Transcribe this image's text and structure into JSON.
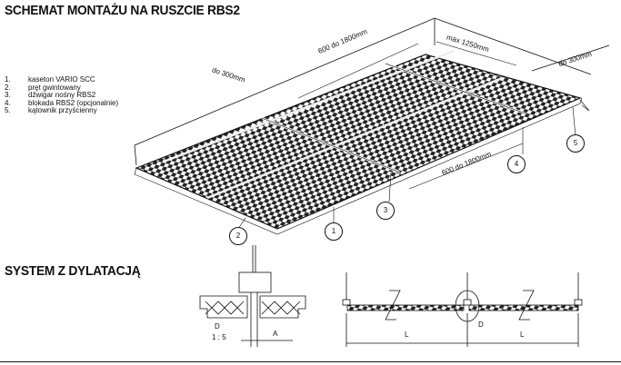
{
  "title_main": "SCHEMAT MONTAŻU NA RUSZCIE RBS2",
  "legend": [
    {
      "num": "1.",
      "label": "kaseton VARIO SCC"
    },
    {
      "num": "2.",
      "label": "pręt gwintowany"
    },
    {
      "num": "3.",
      "label": "dźwigar nośny RBS2"
    },
    {
      "num": "4.",
      "label": "blokada RBS2 (opcjonalnie)"
    },
    {
      "num": "5.",
      "label": "kątownik przyścienny"
    }
  ],
  "dimensions": {
    "left_offset": "do 300mm",
    "span_top": "600 do 1800mm",
    "max_width": "max 1250mm",
    "right_offset": "do 300mm",
    "span_front": "600 do 1800mm"
  },
  "callouts": [
    "1",
    "2",
    "3",
    "4",
    "5"
  ],
  "title_section": "SYSTEM Z DYLATACJĄ",
  "section_labels": {
    "detail": "D",
    "scale": "1 : 5",
    "gap": "A",
    "length_left": "L",
    "detail_ref": "D",
    "length_right": "L"
  }
}
